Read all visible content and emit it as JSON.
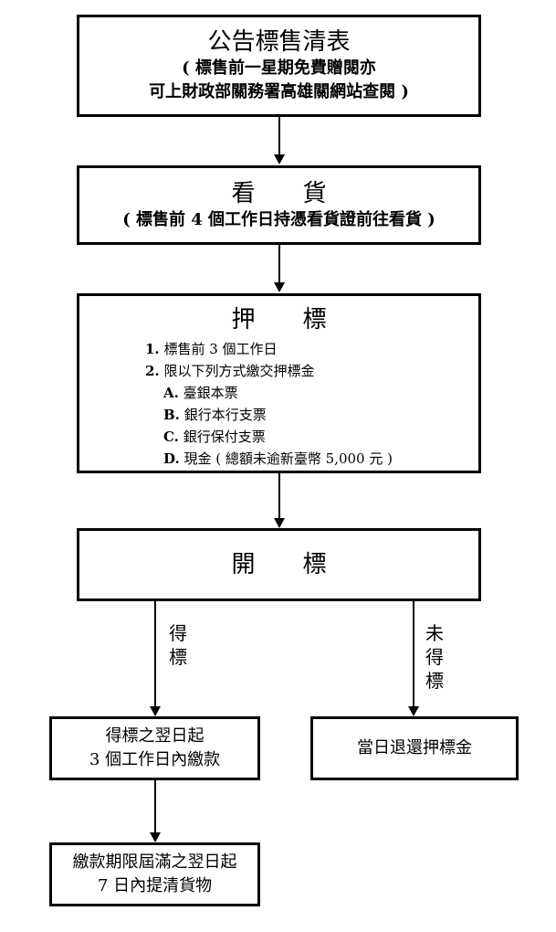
{
  "flow": {
    "announce": {
      "title": "公告標售清表",
      "note_line1": "( 標售前一星期免費贈閱亦",
      "note_line2": "可上財政部關務署高雄關網站查閱 )"
    },
    "inspect": {
      "title": "看　　貨",
      "note": "( 標售前 4 個工作日持憑看貨證前往看貨 )"
    },
    "deposit": {
      "title": "押　　標",
      "items": [
        {
          "label": "1.",
          "text": "標售前 3 個工作日"
        },
        {
          "label": "2.",
          "text": "限以下列方式繳交押標金"
        }
      ],
      "methods": [
        {
          "label": "A.",
          "text": "臺銀本票"
        },
        {
          "label": "B.",
          "text": "銀行本行支票"
        },
        {
          "label": "C.",
          "text": "銀行保付支票"
        },
        {
          "label": "D.",
          "text": "現金 ( 總額未逾新臺幣 5,000 元 )"
        }
      ]
    },
    "opening": {
      "title": "開　　標"
    },
    "branch_won": {
      "label_chars": [
        "得",
        "標"
      ]
    },
    "branch_lost": {
      "label_chars": [
        "未",
        "得",
        "標"
      ]
    },
    "pay": {
      "line1": "得標之翌日起",
      "line2": "3 個工作日內繳款"
    },
    "refund": {
      "text": "當日退還押標金"
    },
    "pickup": {
      "line1": "繳款期限屆滿之翌日起",
      "line2": "7 日內提清貨物"
    }
  }
}
